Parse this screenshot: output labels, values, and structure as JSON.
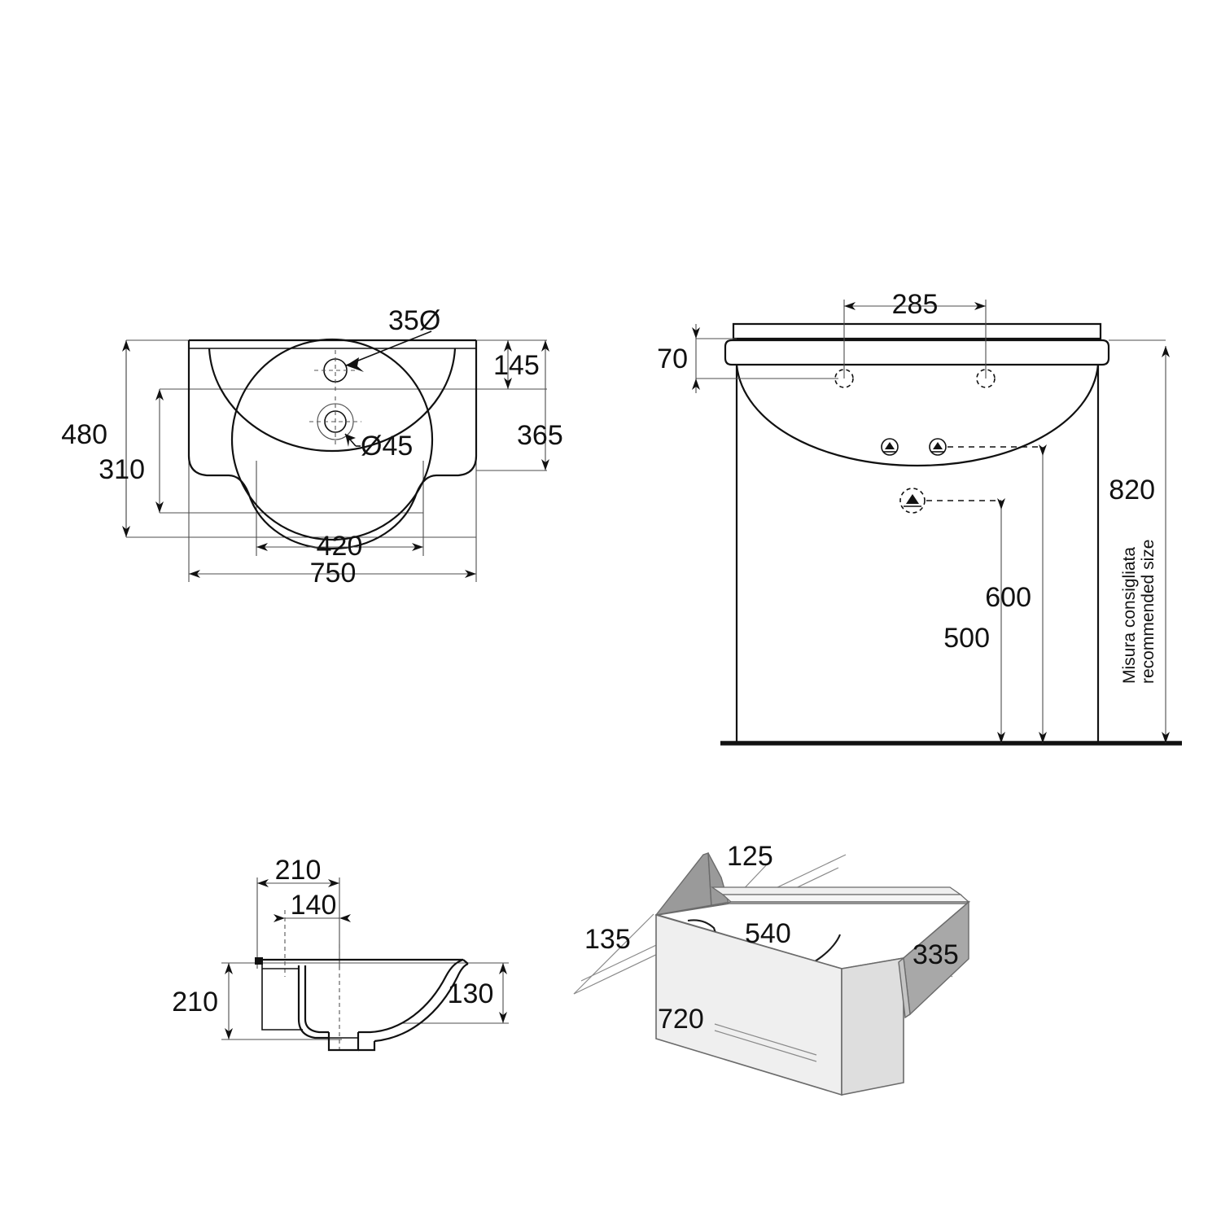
{
  "document": {
    "type": "technical-drawing",
    "subject": "washbasin-and-vanity-unit",
    "units": "mm",
    "background_color": "#ffffff",
    "line_color": "#111111"
  },
  "views": {
    "plan": {
      "name": "top-plan-view",
      "dimensions": {
        "overall_width": "750",
        "bowl_width": "420",
        "overall_depth": "480",
        "bowl_depth": "310",
        "rear_offset": "145",
        "front_offset": "365",
        "tap_hole": "35Ø",
        "waste_hole": "Ø45"
      }
    },
    "elevation": {
      "name": "front-elevation-view",
      "dimensions": {
        "fixing_centres": "285",
        "rim_thickness": "70",
        "supply_height": "600",
        "waste_height": "500",
        "installed_height": "820"
      },
      "note_line_1": "Misura consigliata",
      "note_line_2": "recommended size"
    },
    "section": {
      "name": "side-section-view",
      "dimensions": {
        "top_depth": "210",
        "inner_depth": "140",
        "rear_height": "210",
        "bowl_height": "130"
      }
    },
    "cabinet": {
      "name": "cabinet-isometric-view",
      "dimensions": {
        "top_ledge": "125",
        "side_inset": "135",
        "cutout_width": "540",
        "cabinet_depth": "335",
        "cabinet_width": "720"
      },
      "fill_light": "#f2f2f2",
      "fill_mid": "#dcdcdc",
      "fill_dark": "#9a9a9a"
    }
  }
}
